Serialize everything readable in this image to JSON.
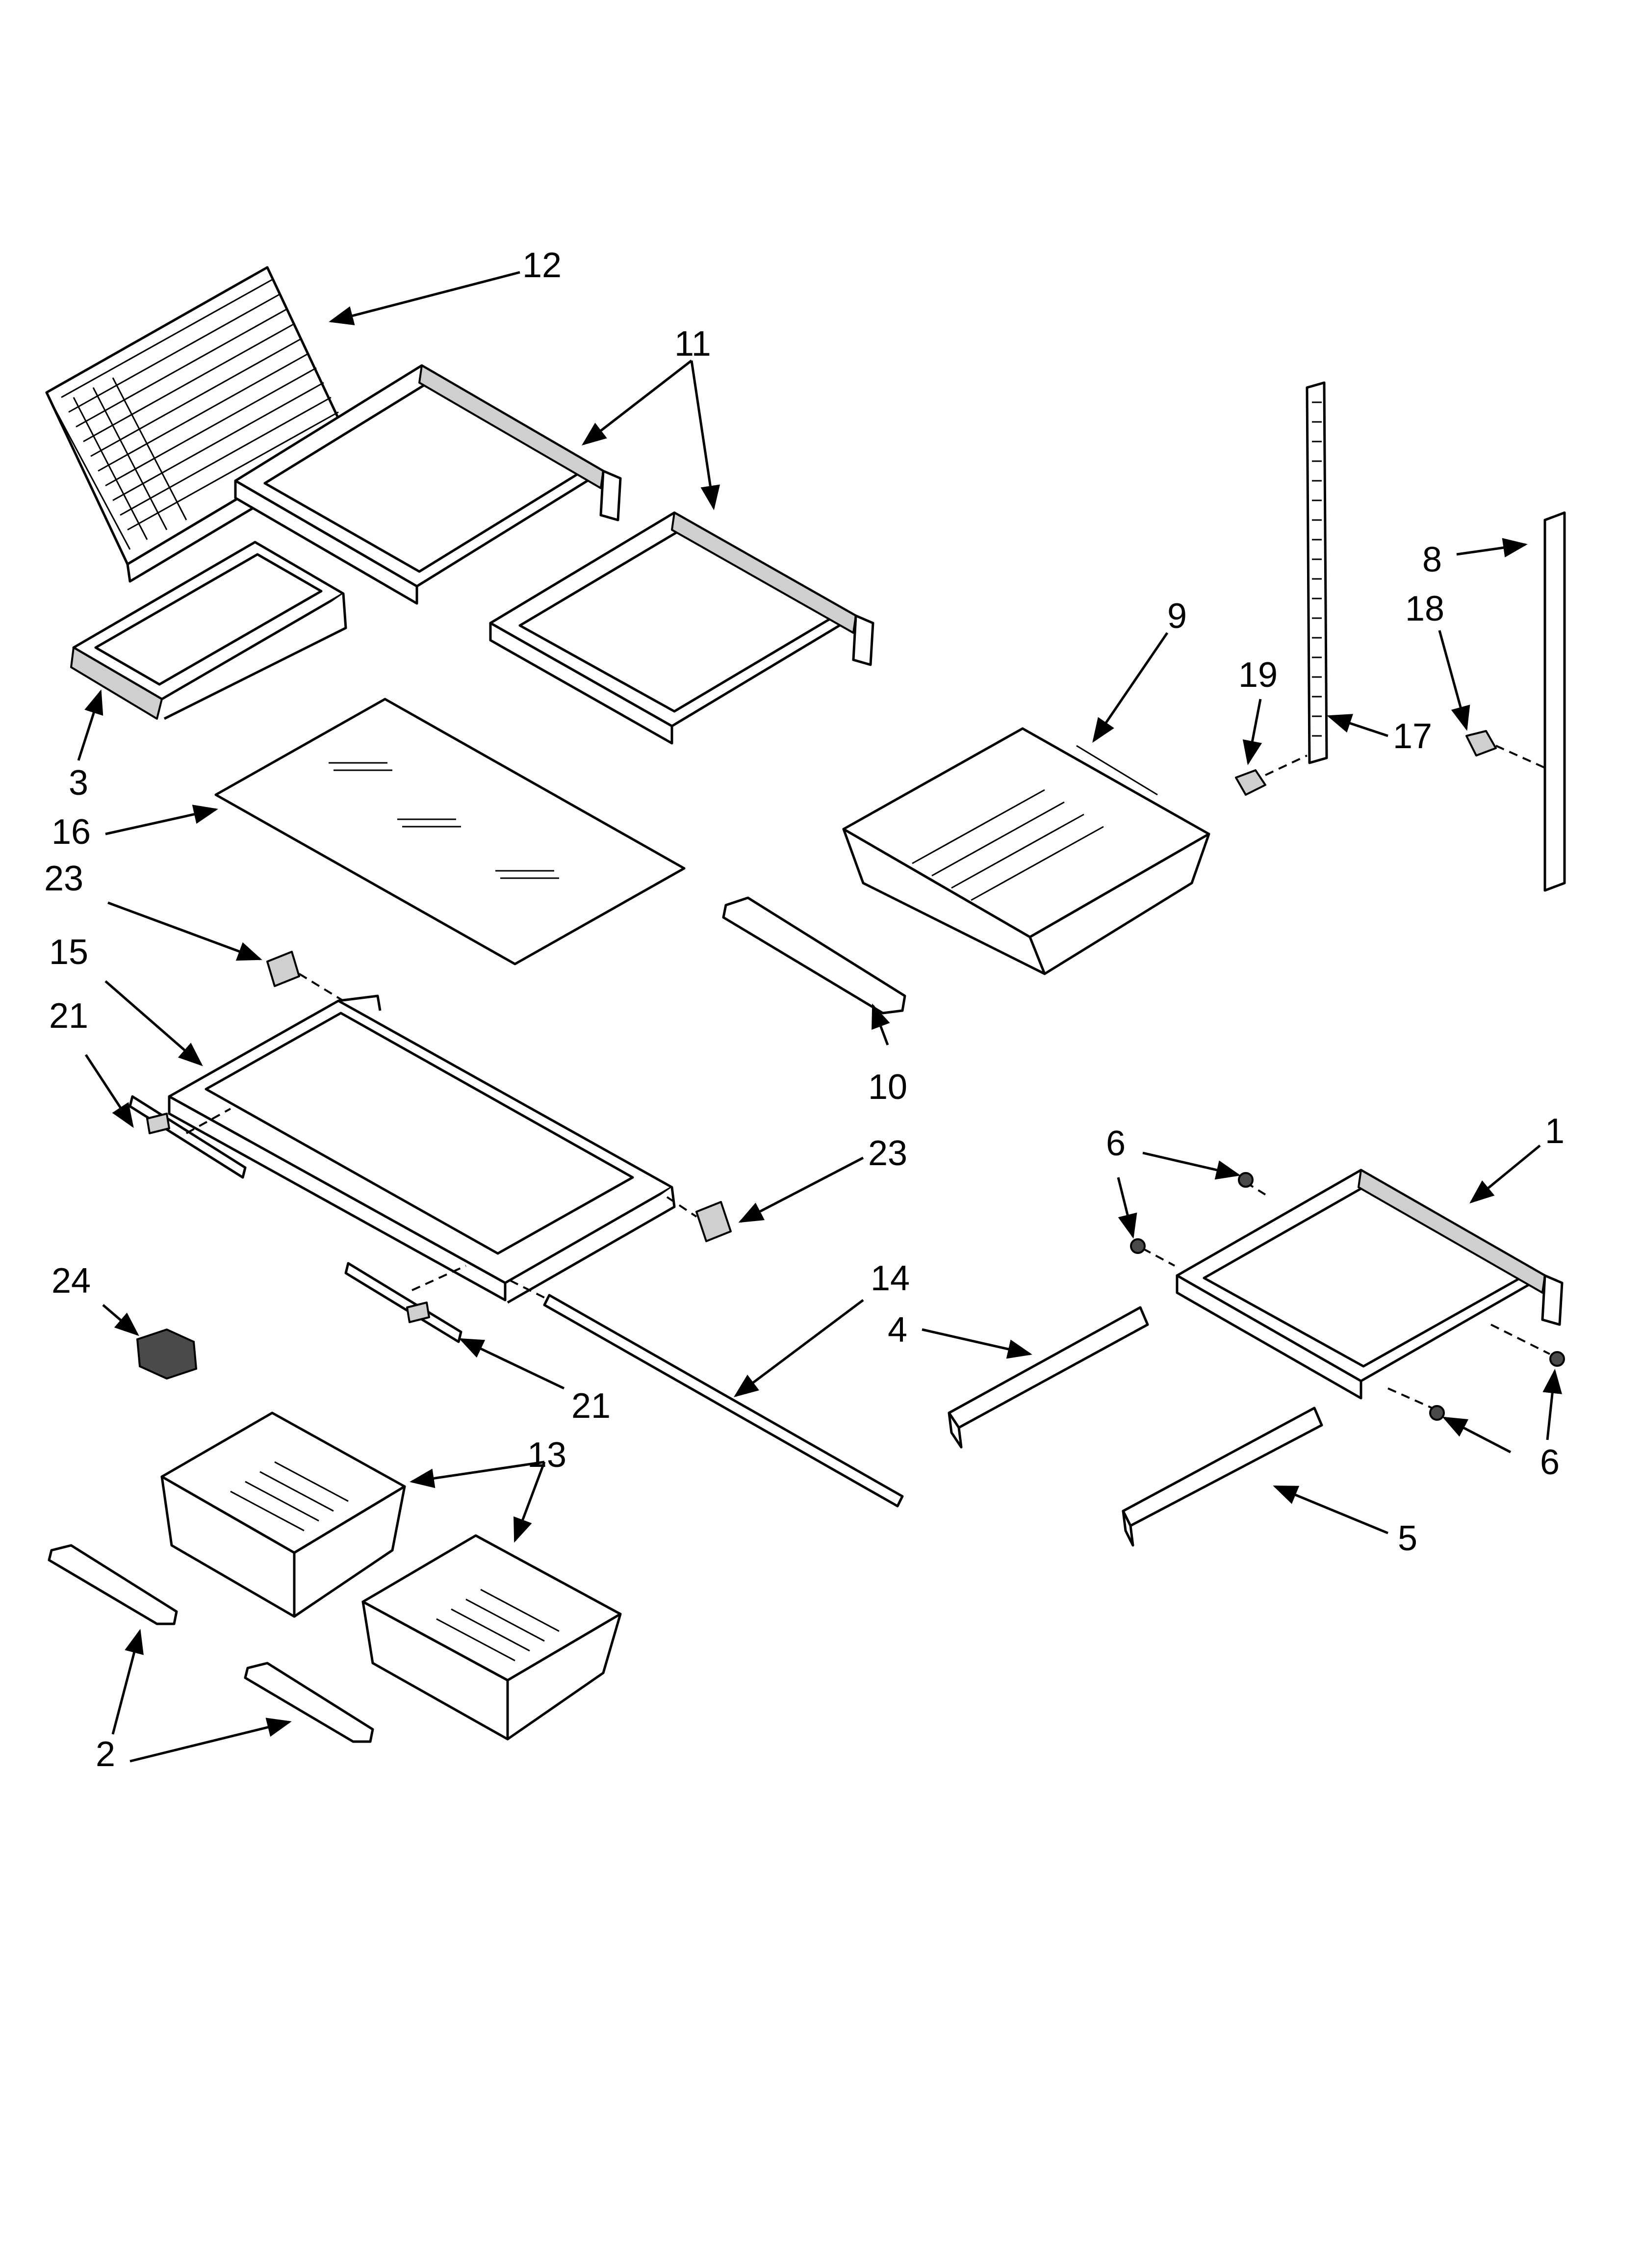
{
  "diagram": {
    "callouts": [
      {
        "id": "c12",
        "label": "12"
      },
      {
        "id": "c11",
        "label": "11"
      },
      {
        "id": "c3",
        "label": "3"
      },
      {
        "id": "c16",
        "label": "16"
      },
      {
        "id": "c23a",
        "label": "23"
      },
      {
        "id": "c15",
        "label": "15"
      },
      {
        "id": "c21a",
        "label": "21"
      },
      {
        "id": "c10",
        "label": "10"
      },
      {
        "id": "c9",
        "label": "9"
      },
      {
        "id": "c19",
        "label": "19"
      },
      {
        "id": "c17",
        "label": "17"
      },
      {
        "id": "c8",
        "label": "8"
      },
      {
        "id": "c18",
        "label": "18"
      },
      {
        "id": "c23b",
        "label": "23"
      },
      {
        "id": "c24",
        "label": "24"
      },
      {
        "id": "c21b",
        "label": "21"
      },
      {
        "id": "c14",
        "label": "14"
      },
      {
        "id": "c13",
        "label": "13"
      },
      {
        "id": "c2",
        "label": "2"
      },
      {
        "id": "c4",
        "label": "4"
      },
      {
        "id": "c5",
        "label": "5"
      },
      {
        "id": "c1",
        "label": "1"
      },
      {
        "id": "c6a",
        "label": "6"
      },
      {
        "id": "c6b",
        "label": "6"
      }
    ]
  }
}
